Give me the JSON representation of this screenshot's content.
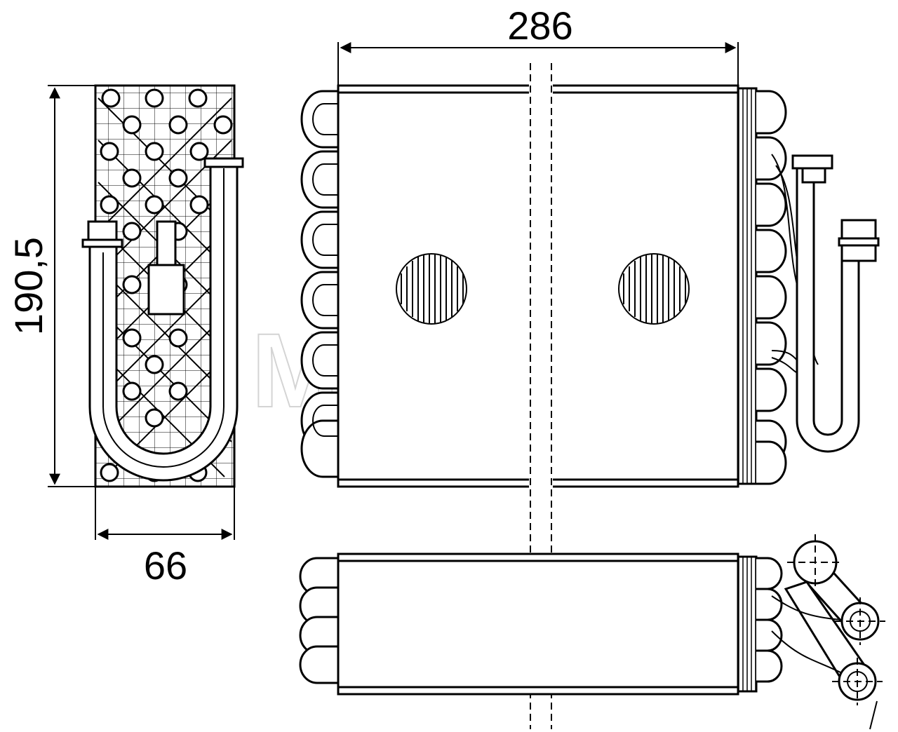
{
  "dimensions": {
    "width_top": "286",
    "height_left": "190,5",
    "depth_bottom": "66"
  },
  "watermark": "MAHLE",
  "colors": {
    "line": "#000000",
    "background": "#ffffff",
    "watermark": "#d4d4d4"
  }
}
